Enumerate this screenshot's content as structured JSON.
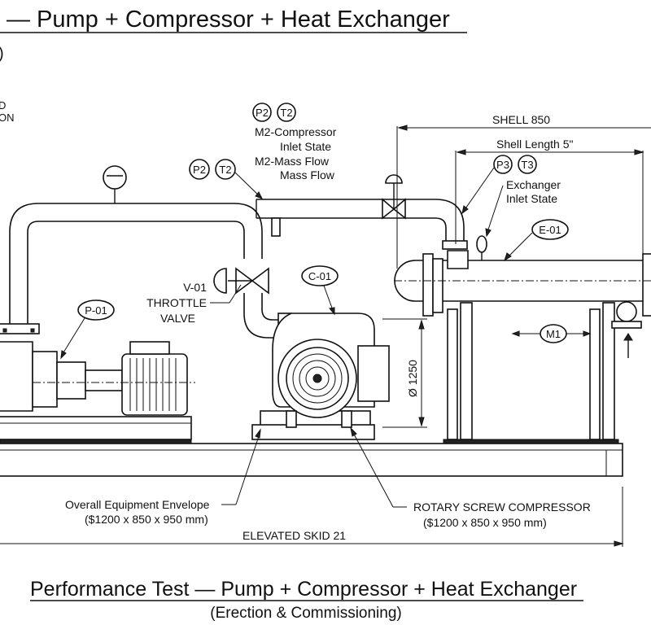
{
  "header": {
    "top_title": "— Pump + Compressor + Heat Exchanger",
    "top_subtitle_fragment": ")",
    "left_note_line1": "D",
    "left_note_line2": "ON"
  },
  "instruments": {
    "tag_p2_top": "P2",
    "tag_t2_top": "T2",
    "tag_p2_mid": "P2",
    "tag_t2_mid": "T2",
    "tag_p3": "P3",
    "tag_t3": "T3",
    "compressor_inlet_line1": "M2-Compressor",
    "compressor_inlet_line2": "Inlet State",
    "mass_flow_line1": "M2-Mass Flow",
    "mass_flow_line2": "Mass Flow",
    "exchanger_inlet_line1": "Exchanger",
    "exchanger_inlet_line2": "Inlet State"
  },
  "dimensions": {
    "shell": "SHELL 850",
    "shell_length": "Shell Length 5\"",
    "diameter": "Ø 1250",
    "skid": "ELEVATED SKID 21"
  },
  "equipment": {
    "pump_tag": "P-01",
    "compressor_tag": "C-01",
    "exchanger_tag": "E-01",
    "meter_tag": "M1",
    "valve_line1": "V-01",
    "valve_line2": "THROTTLE",
    "valve_line3": "VALVE"
  },
  "callouts": {
    "envelope_line1": "Overall Equipment Envelope",
    "envelope_line2": "($1200 x 850 x 950 mm)",
    "compressor_line1": "ROTARY SCREW COMPRESSOR",
    "compressor_line2": "($1200 x 850 x 950 mm)"
  },
  "footer": {
    "title": "Performance Test — Pump + Compressor + Heat Exchanger",
    "subtitle": "(Erection & Commissioning)"
  }
}
